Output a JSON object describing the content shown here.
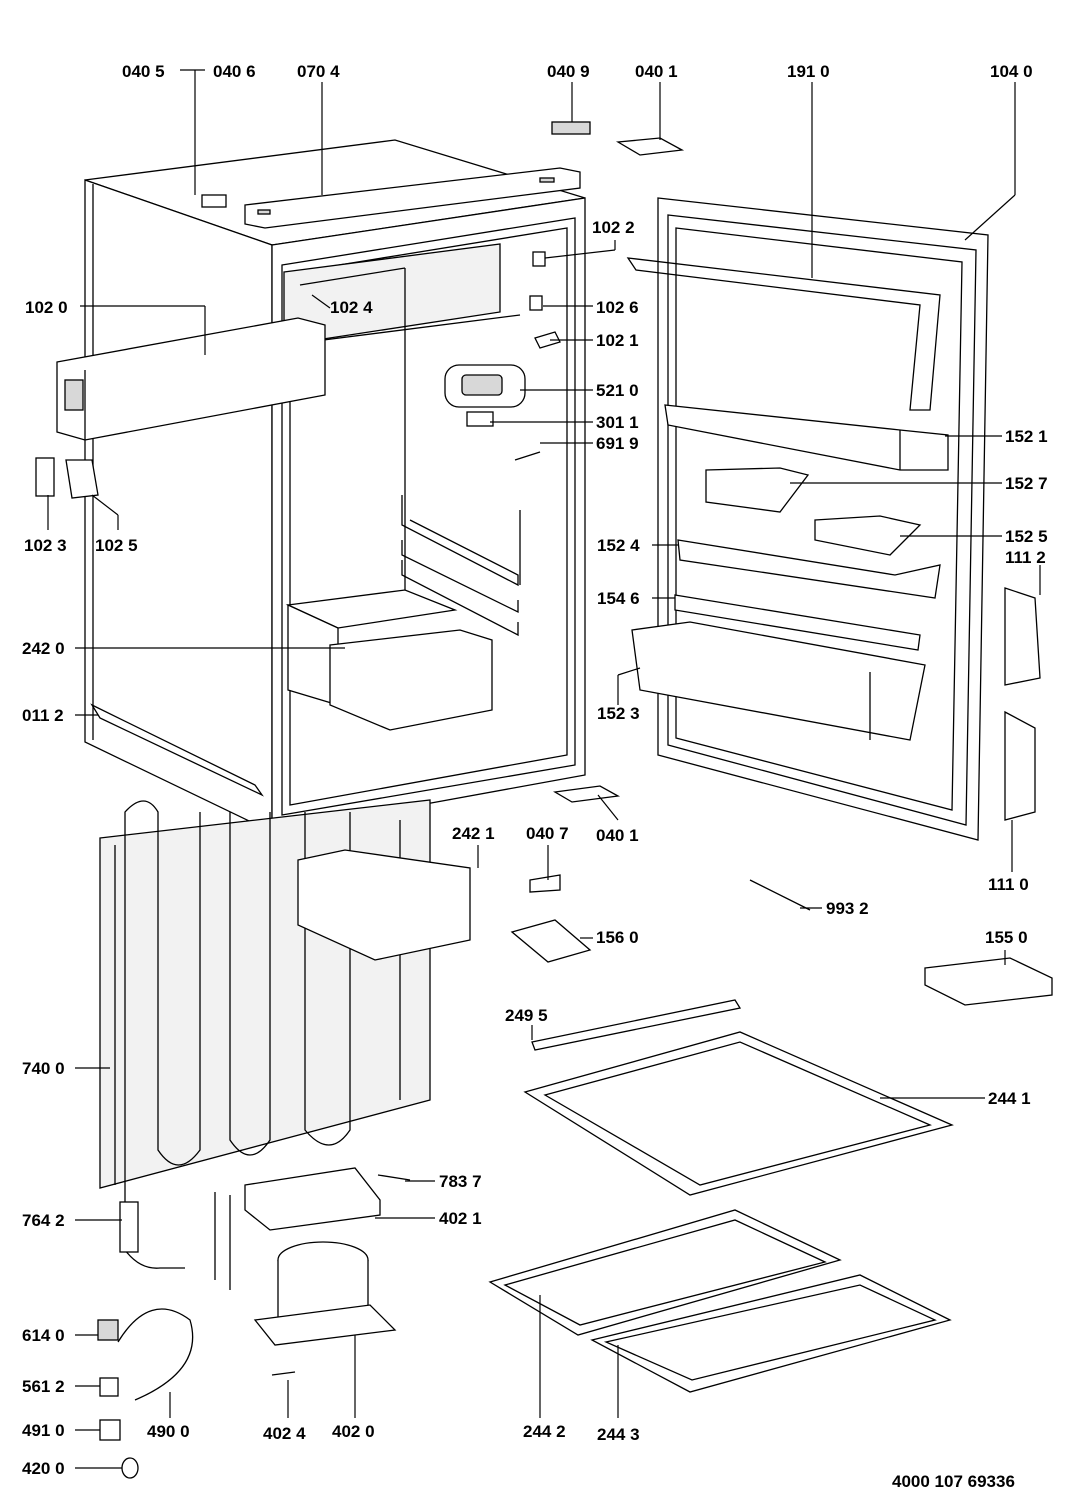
{
  "labels": {
    "p0405": "040 5",
    "p0406": "040 6",
    "p0704": "070 4",
    "p0409": "040 9",
    "p0401a": "040 1",
    "p1910": "191 0",
    "p1040": "104 0",
    "p1022": "102 2",
    "p1020": "102 0",
    "p1024": "102 4",
    "p1026": "102 6",
    "p1021": "102 1",
    "p5210": "521 0",
    "p3011": "301 1",
    "p6919": "691 9",
    "p1521": "152 1",
    "p1527": "152 7",
    "p1525": "152 5",
    "p1524": "152 4",
    "p1112": "111 2",
    "p1023": "102 3",
    "p1025": "102 5",
    "p1546": "154 6",
    "p2420": "242 0",
    "p0112": "011 2",
    "p1523": "152 3",
    "p2421": "242 1",
    "p0407": "040 7",
    "p0401b": "040 1",
    "p1110": "111 0",
    "p9932": "993 2",
    "p1560": "156 0",
    "p1550": "155 0",
    "p2495": "249 5",
    "p7400": "740 0",
    "p2441": "244 1",
    "p7837": "783 7",
    "p7642": "764 2",
    "p4021": "402 1",
    "p6140": "614 0",
    "p5612": "561 2",
    "p4910": "491 0",
    "p4900": "490 0",
    "p4024": "402 4",
    "p4020": "402 0",
    "p2442": "244 2",
    "p2443": "244 3",
    "p4200": "420 0"
  },
  "document_number": "4000 107 69336"
}
